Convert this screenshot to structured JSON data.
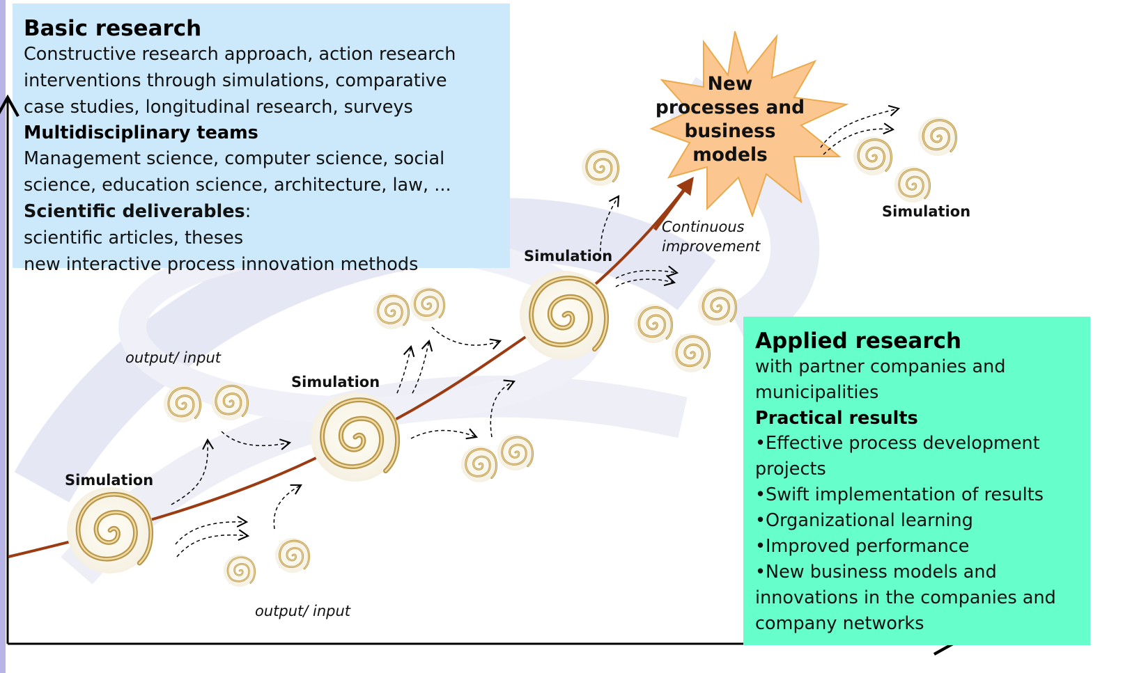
{
  "basic": {
    "title": "Basic research",
    "methods": [
      "Constructive research approach, action research",
      "interventions through simulations, comparative",
      "case studies, longitudinal research, surveys"
    ],
    "teams_title": "Multidisciplinary teams",
    "teams": [
      "Management science, computer science, social",
      "science, education science, architecture, law, ..."
    ],
    "deliverables_title": "Scientific deliverables",
    "deliverables_colon": ":",
    "deliverables": [
      "scientific articles, theses",
      "new interactive process innovation methods"
    ]
  },
  "applied": {
    "title": "Applied research",
    "partners": [
      "with partner companies and",
      "municipalities"
    ],
    "results_title": "Practical results",
    "results": [
      "•Effective process development",
      "projects",
      "•Swift implementation of results",
      "•Organizational learning",
      "•Improved performance",
      "•New business models and",
      "innovations in the companies and",
      "company networks"
    ]
  },
  "labels": {
    "simulation": "Simulation",
    "output_input": "output/ input",
    "continuous_1": "Continuous",
    "continuous_2": "improvement",
    "star_1": "New",
    "star_2": "processes and",
    "star_3": "business",
    "star_4": "models"
  },
  "colors": {
    "basic_box": "#cce9fb",
    "applied_box": "#66ffcc",
    "curve": "#9a3b12",
    "star_fill": "#fcc690",
    "star_stroke": "#eba94a",
    "spiral": "#b8964a",
    "left_bar": "#b9b4e6"
  },
  "icons": [
    "spiral-icon",
    "dashed-arrow-icon",
    "axis-arrow-icon",
    "star-burst-icon"
  ]
}
